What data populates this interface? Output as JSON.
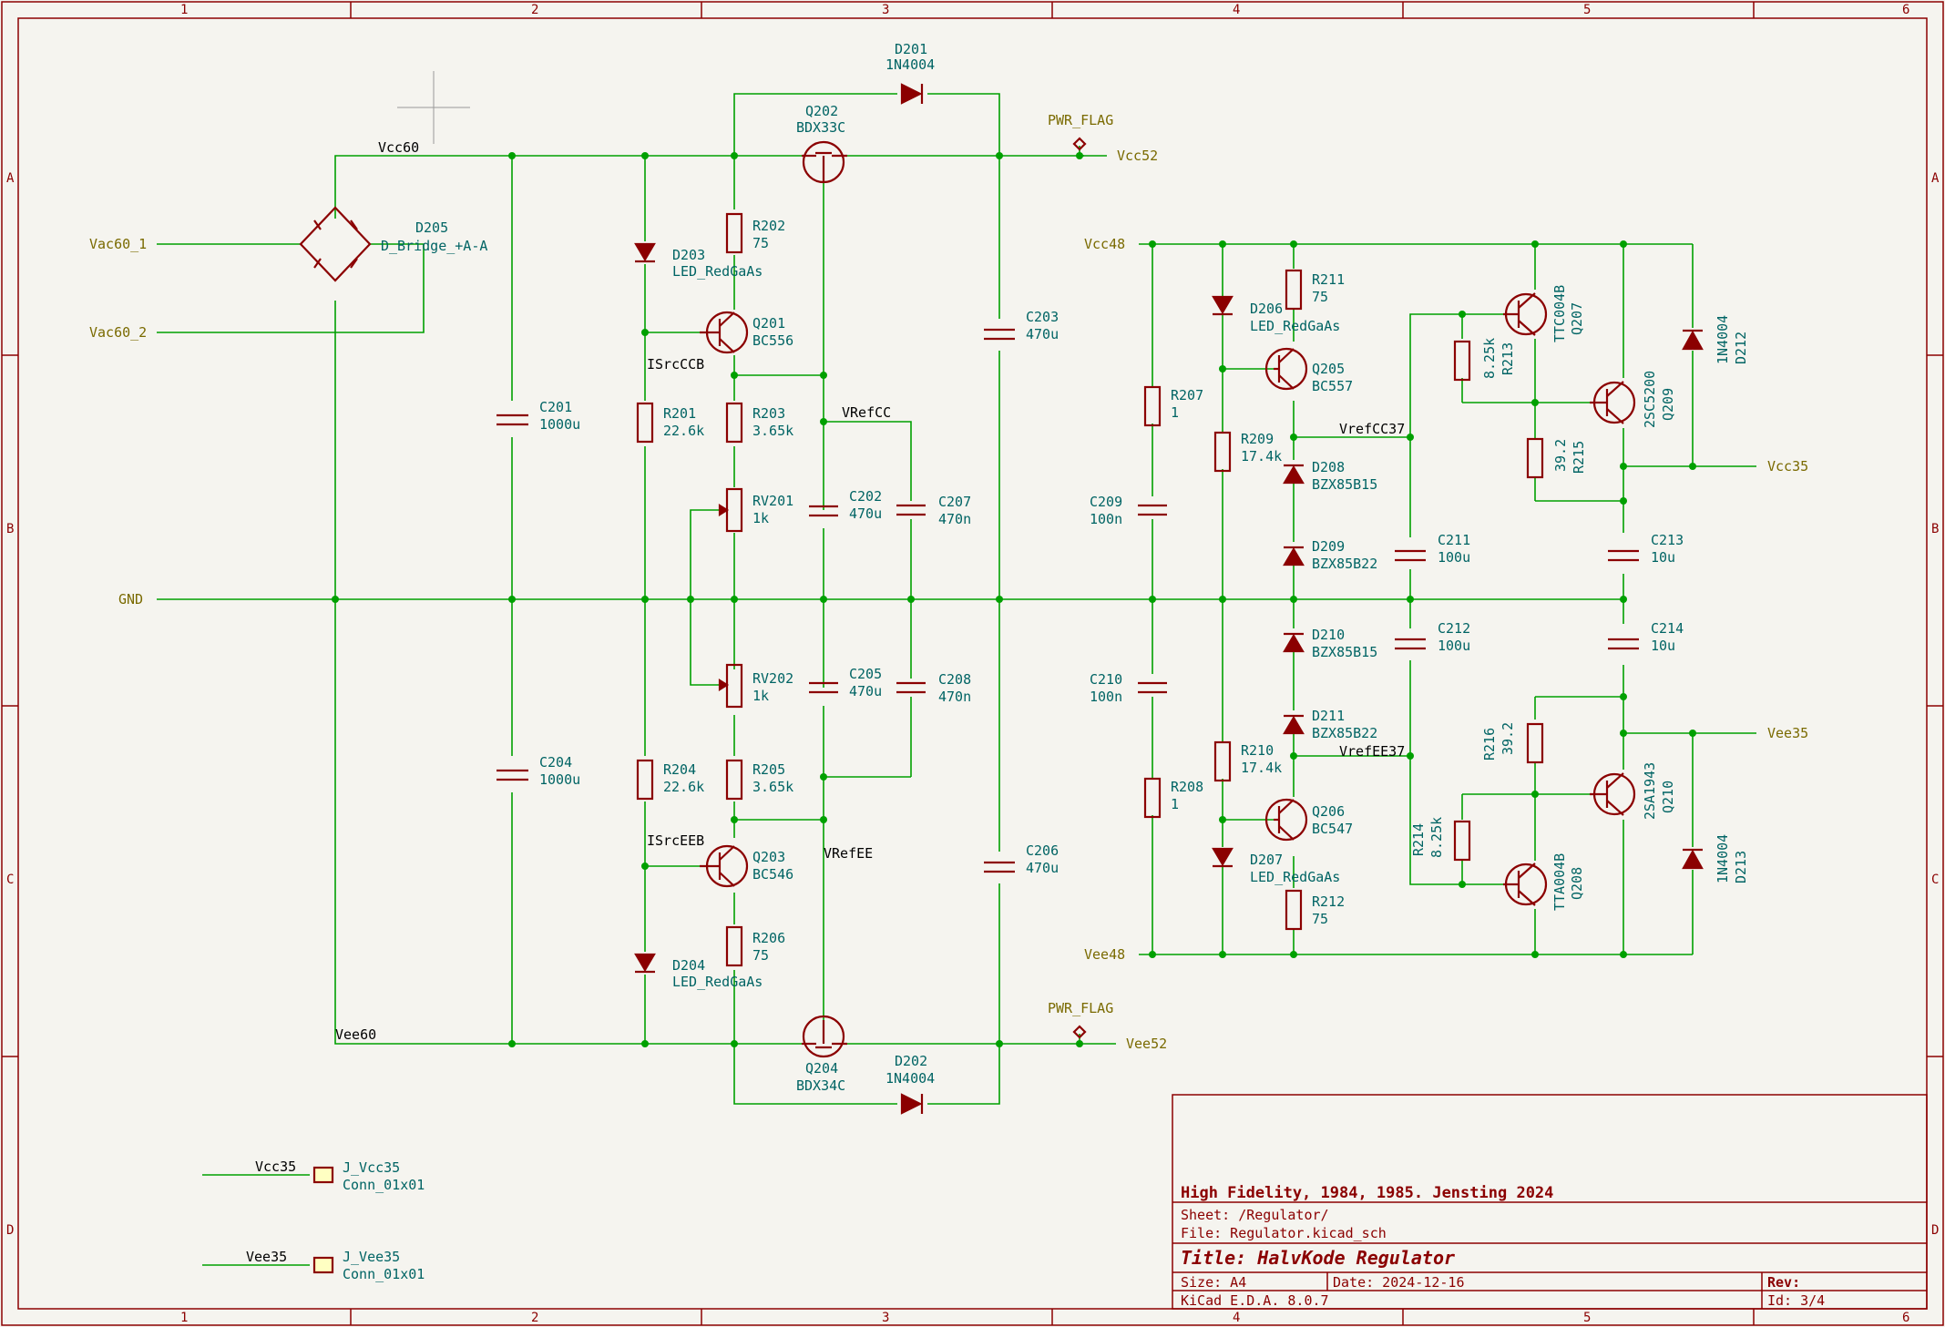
{
  "border": {
    "columns": [
      "1",
      "2",
      "3",
      "4",
      "5",
      "6"
    ],
    "rows": [
      "A",
      "B",
      "C",
      "D"
    ]
  },
  "nets": {
    "vcc60": "Vcc60",
    "vee60": "Vee60",
    "vac1": "Vac60_1",
    "vac2": "Vac60_2",
    "gnd": "GND",
    "vcc52": "Vcc52",
    "vee52": "Vee52",
    "pwrflag1": "PWR_FLAG",
    "pwrflag2": "PWR_FLAG",
    "isrcccb": "ISrcCCB",
    "isrceeb": "ISrcEEB",
    "vrefcc": "VRefCC",
    "vrefee": "VRefEE",
    "vcc48a": "Vcc48",
    "vee48a": "Vee48",
    "vrefcc37": "VrefCC37",
    "vrefee37": "VrefEE37",
    "vcc35": "Vcc35",
    "vee35": "Vee35",
    "vcc35b": "Vcc35",
    "vee35b": "Vee35"
  },
  "components": {
    "D201": {
      "ref": "D201",
      "val": "1N4004"
    },
    "D202": {
      "ref": "D202",
      "val": "1N4004"
    },
    "Q202": {
      "ref": "Q202",
      "val": "BDX33C"
    },
    "Q204": {
      "ref": "Q204",
      "val": "BDX34C"
    },
    "D205": {
      "ref": "D205",
      "val": "D_Bridge_+A-A"
    },
    "C201": {
      "ref": "C201",
      "val": "1000u"
    },
    "C204": {
      "ref": "C204",
      "val": "1000u"
    },
    "D203": {
      "ref": "D203",
      "val": "LED_RedGaAs"
    },
    "D204": {
      "ref": "D204",
      "val": "LED_RedGaAs"
    },
    "R202": {
      "ref": "R202",
      "val": "75"
    },
    "R206": {
      "ref": "R206",
      "val": "75"
    },
    "Q201": {
      "ref": "Q201",
      "val": "BC556"
    },
    "Q203": {
      "ref": "Q203",
      "val": "BC546"
    },
    "R201": {
      "ref": "R201",
      "val": "22.6k"
    },
    "R204": {
      "ref": "R204",
      "val": "22.6k"
    },
    "R203": {
      "ref": "R203",
      "val": "3.65k"
    },
    "R205": {
      "ref": "R205",
      "val": "3.65k"
    },
    "RV201": {
      "ref": "RV201",
      "val": "1k"
    },
    "RV202": {
      "ref": "RV202",
      "val": "1k"
    },
    "C202": {
      "ref": "C202",
      "val": "470u"
    },
    "C205": {
      "ref": "C205",
      "val": "470u"
    },
    "C207": {
      "ref": "C207",
      "val": "470n"
    },
    "C208": {
      "ref": "C208",
      "val": "470n"
    },
    "C203": {
      "ref": "C203",
      "val": "470u"
    },
    "C206": {
      "ref": "C206",
      "val": "470u"
    },
    "R207": {
      "ref": "R207",
      "val": "1"
    },
    "R208": {
      "ref": "R208",
      "val": "1"
    },
    "C209": {
      "ref": "C209",
      "val": "100n"
    },
    "C210": {
      "ref": "C210",
      "val": "100n"
    },
    "D206": {
      "ref": "D206",
      "val": "LED_RedGaAs"
    },
    "D207": {
      "ref": "D207",
      "val": "LED_RedGaAs"
    },
    "R211": {
      "ref": "R211",
      "val": "75"
    },
    "R212": {
      "ref": "R212",
      "val": "75"
    },
    "Q205": {
      "ref": "Q205",
      "val": "BC557"
    },
    "Q206": {
      "ref": "Q206",
      "val": "BC547"
    },
    "R209": {
      "ref": "R209",
      "val": "17.4k"
    },
    "R210": {
      "ref": "R210",
      "val": "17.4k"
    },
    "D208": {
      "ref": "D208",
      "val": "BZX85B15"
    },
    "D209": {
      "ref": "D209",
      "val": "BZX85B22"
    },
    "D210": {
      "ref": "D210",
      "val": "BZX85B15"
    },
    "D211": {
      "ref": "D211",
      "val": "BZX85B22"
    },
    "C211": {
      "ref": "C211",
      "val": "100u"
    },
    "C212": {
      "ref": "C212",
      "val": "100u"
    },
    "Q207": {
      "ref": "Q207",
      "val": "TTC004B"
    },
    "Q208": {
      "ref": "Q208",
      "val": "TTA004B"
    },
    "R213": {
      "ref": "R213",
      "val": "8.25k"
    },
    "R214": {
      "ref": "R214",
      "val": "8.25k"
    },
    "R215": {
      "ref": "R215",
      "val": "39.2"
    },
    "R216": {
      "ref": "R216",
      "val": "39.2"
    },
    "Q209": {
      "ref": "Q209",
      "val": "2SC5200"
    },
    "Q210": {
      "ref": "Q210",
      "val": "2SA1943"
    },
    "C213": {
      "ref": "C213",
      "val": "10u"
    },
    "C214": {
      "ref": "C214",
      "val": "10u"
    },
    "D212": {
      "ref": "D212",
      "val": "1N4004"
    },
    "D213": {
      "ref": "D213",
      "val": "1N4004"
    },
    "JVcc35": {
      "ref": "J_Vcc35",
      "val": "Conn_01x01"
    },
    "JVee35": {
      "ref": "J_Vee35",
      "val": "Conn_01x01"
    }
  },
  "title_block": {
    "comment": "High Fidelity, 1984, 1985. Jensting 2024",
    "sheet": "Sheet: /Regulator/",
    "file": "File: Regulator.kicad_sch",
    "title": "Title: HalvKode Regulator",
    "size": "Size: A4",
    "date": "Date: 2024-12-16",
    "rev": "Rev:",
    "tool": "KiCad E.D.A. 8.0.7",
    "id": "Id: 3/4"
  }
}
